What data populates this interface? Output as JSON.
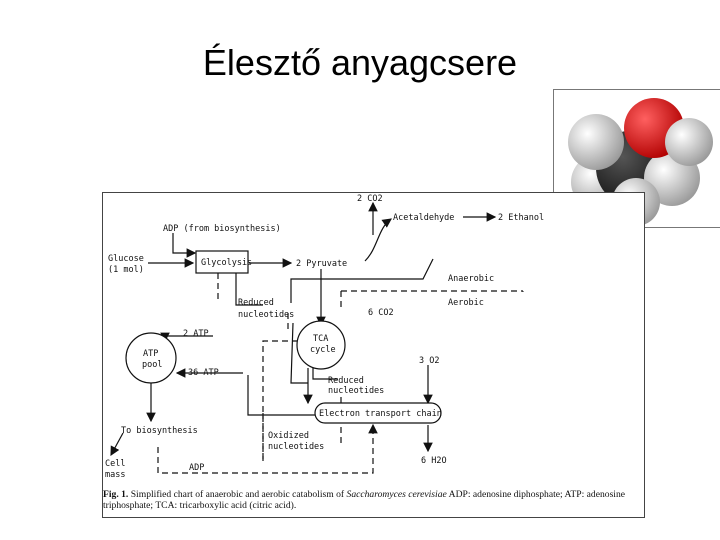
{
  "slide": {
    "title": "Élesztő anyagcsere"
  },
  "diagram": {
    "labels": {
      "adp_biosynthesis": "ADP (from biosynthesis)",
      "glucose_1": "Glucose",
      "glucose_2": "(1 mol)",
      "glycolysis": "Glycolysis",
      "pyruvate": "2 Pyruvate",
      "co2_top": "2 CO2",
      "acetaldehyde": "Acetaldehyde",
      "ethanol": "2 Ethanol",
      "anaerobic": "Anaerobic",
      "aerobic": "Aerobic",
      "reduced_1a": "Reduced",
      "reduced_1b": "nucleotides",
      "co2_tca": "6 CO2",
      "atp2": "2 ATP",
      "atp_pool_1": "ATP",
      "atp_pool_2": "pool",
      "tca_1": "TCA",
      "tca_2": "cycle",
      "atp36": "36 ATP",
      "o2": "3 O2",
      "reduced_2a": "Reduced",
      "reduced_2b": "nucleotides",
      "etc": "Electron transport chain",
      "biosynthesis": "To biosynthesis",
      "oxidized_1": "Oxidized",
      "oxidized_2": "nucleotides",
      "cell_1": "Cell",
      "cell_2": "mass",
      "adp_bottom": "ADP",
      "h2o": "6 H2O"
    },
    "caption": {
      "fig": "Fig. 1.",
      "text_1": " Simplified chart of anaerobic and aerobic catabolism of ",
      "species": "Saccharomyces cerevisiae",
      "text_2": " ADP: adenosine diphosphate; ATP: adenosine triphosphate; TCA: tricarboxylic acid (citric acid)."
    }
  },
  "image": {
    "molecule": "ethanol-space-filling-model",
    "colors": {
      "oxygen": "#dd1111",
      "hydrogen": "#f2f2f2",
      "carbon": "#333333"
    }
  }
}
